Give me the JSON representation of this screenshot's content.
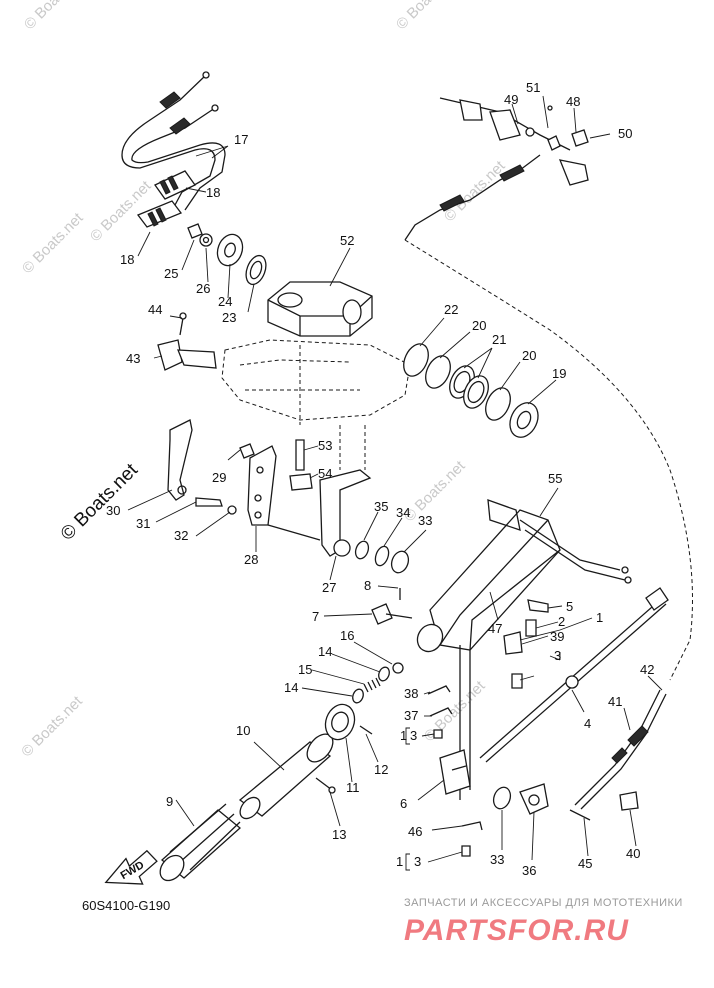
{
  "diagram": {
    "drawing_code": "60S4100-G190",
    "fwd_label": "FWD",
    "watermark": "© Boats.net",
    "brand_tagline": "ЗАПЧАСТИ И АКСЕССУАРЫ ДЛЯ МОТОТЕХНИКИ",
    "brand_logo": "PARTSFOR.RU",
    "callouts": [
      {
        "id": "c17",
        "label": "17"
      },
      {
        "id": "c18a",
        "label": "18"
      },
      {
        "id": "c18b",
        "label": "18"
      },
      {
        "id": "c25",
        "label": "25"
      },
      {
        "id": "c26",
        "label": "26"
      },
      {
        "id": "c24",
        "label": "24"
      },
      {
        "id": "c23",
        "label": "23"
      },
      {
        "id": "c52",
        "label": "52"
      },
      {
        "id": "c44",
        "label": "44"
      },
      {
        "id": "c43",
        "label": "43"
      },
      {
        "id": "c22",
        "label": "22"
      },
      {
        "id": "c20a",
        "label": "20"
      },
      {
        "id": "c21",
        "label": "21"
      },
      {
        "id": "c20b",
        "label": "20"
      },
      {
        "id": "c19",
        "label": "19"
      },
      {
        "id": "c51",
        "label": "51"
      },
      {
        "id": "c49",
        "label": "49"
      },
      {
        "id": "c48",
        "label": "48"
      },
      {
        "id": "c50",
        "label": "50"
      },
      {
        "id": "c53",
        "label": "53"
      },
      {
        "id": "c54",
        "label": "54"
      },
      {
        "id": "c29",
        "label": "29"
      },
      {
        "id": "c30",
        "label": "30"
      },
      {
        "id": "c31",
        "label": "31"
      },
      {
        "id": "c32",
        "label": "32"
      },
      {
        "id": "c28",
        "label": "28"
      },
      {
        "id": "c27",
        "label": "27"
      },
      {
        "id": "c35",
        "label": "35"
      },
      {
        "id": "c34",
        "label": "34"
      },
      {
        "id": "c33a",
        "label": "33"
      },
      {
        "id": "c55",
        "label": "55"
      },
      {
        "id": "c8",
        "label": "8"
      },
      {
        "id": "c7",
        "label": "7"
      },
      {
        "id": "c47",
        "label": "47"
      },
      {
        "id": "c5",
        "label": "5"
      },
      {
        "id": "c2",
        "label": "2"
      },
      {
        "id": "c1a",
        "label": "1"
      },
      {
        "id": "c39",
        "label": "39"
      },
      {
        "id": "c16",
        "label": "16"
      },
      {
        "id": "c14a",
        "label": "14"
      },
      {
        "id": "c15",
        "label": "15"
      },
      {
        "id": "c14b",
        "label": "14"
      },
      {
        "id": "c38",
        "label": "38"
      },
      {
        "id": "c37",
        "label": "37"
      },
      {
        "id": "c3a",
        "label": "3"
      },
      {
        "id": "c42",
        "label": "42"
      },
      {
        "id": "c4",
        "label": "4"
      },
      {
        "id": "c41",
        "label": "41"
      },
      {
        "id": "c1b",
        "label": "1"
      },
      {
        "id": "c3b",
        "label": "3"
      },
      {
        "id": "c10",
        "label": "10"
      },
      {
        "id": "c12",
        "label": "12"
      },
      {
        "id": "c11",
        "label": "11"
      },
      {
        "id": "c6",
        "label": "6"
      },
      {
        "id": "c9",
        "label": "9"
      },
      {
        "id": "c13",
        "label": "13"
      },
      {
        "id": "c46",
        "label": "46"
      },
      {
        "id": "c1c",
        "label": "1"
      },
      {
        "id": "c3c",
        "label": "3"
      },
      {
        "id": "c33b",
        "label": "33"
      },
      {
        "id": "c36",
        "label": "36"
      },
      {
        "id": "c45",
        "label": "45"
      },
      {
        "id": "c40",
        "label": "40"
      }
    ]
  }
}
